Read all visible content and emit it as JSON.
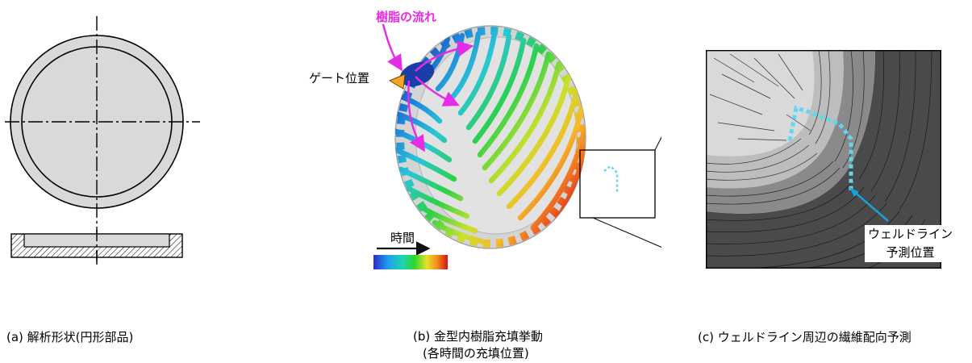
{
  "panel_a": {
    "caption": "(a) 解析形状(円形部品)"
  },
  "panel_b": {
    "caption_line1": "(b) 金型内樹脂充填挙動",
    "caption_line2": "(各時間の充填位置)",
    "resin_flow_label": "樹脂の流れ",
    "gate_label": "ゲート位置",
    "time_label": "時間",
    "colors": {
      "flow_arrow": "#e62ce6",
      "gate_marker": "#f5a623",
      "weld_marker": "#5fd7f2"
    }
  },
  "panel_c": {
    "caption": "(c) ウェルドライン周辺の繊維配向予測",
    "weld_label_line1": "ウェルドライン",
    "weld_label_line2": "予測位置",
    "colors": {
      "weld_marker": "#5fd7f2",
      "callout_arrow": "#1aa0d8"
    }
  }
}
